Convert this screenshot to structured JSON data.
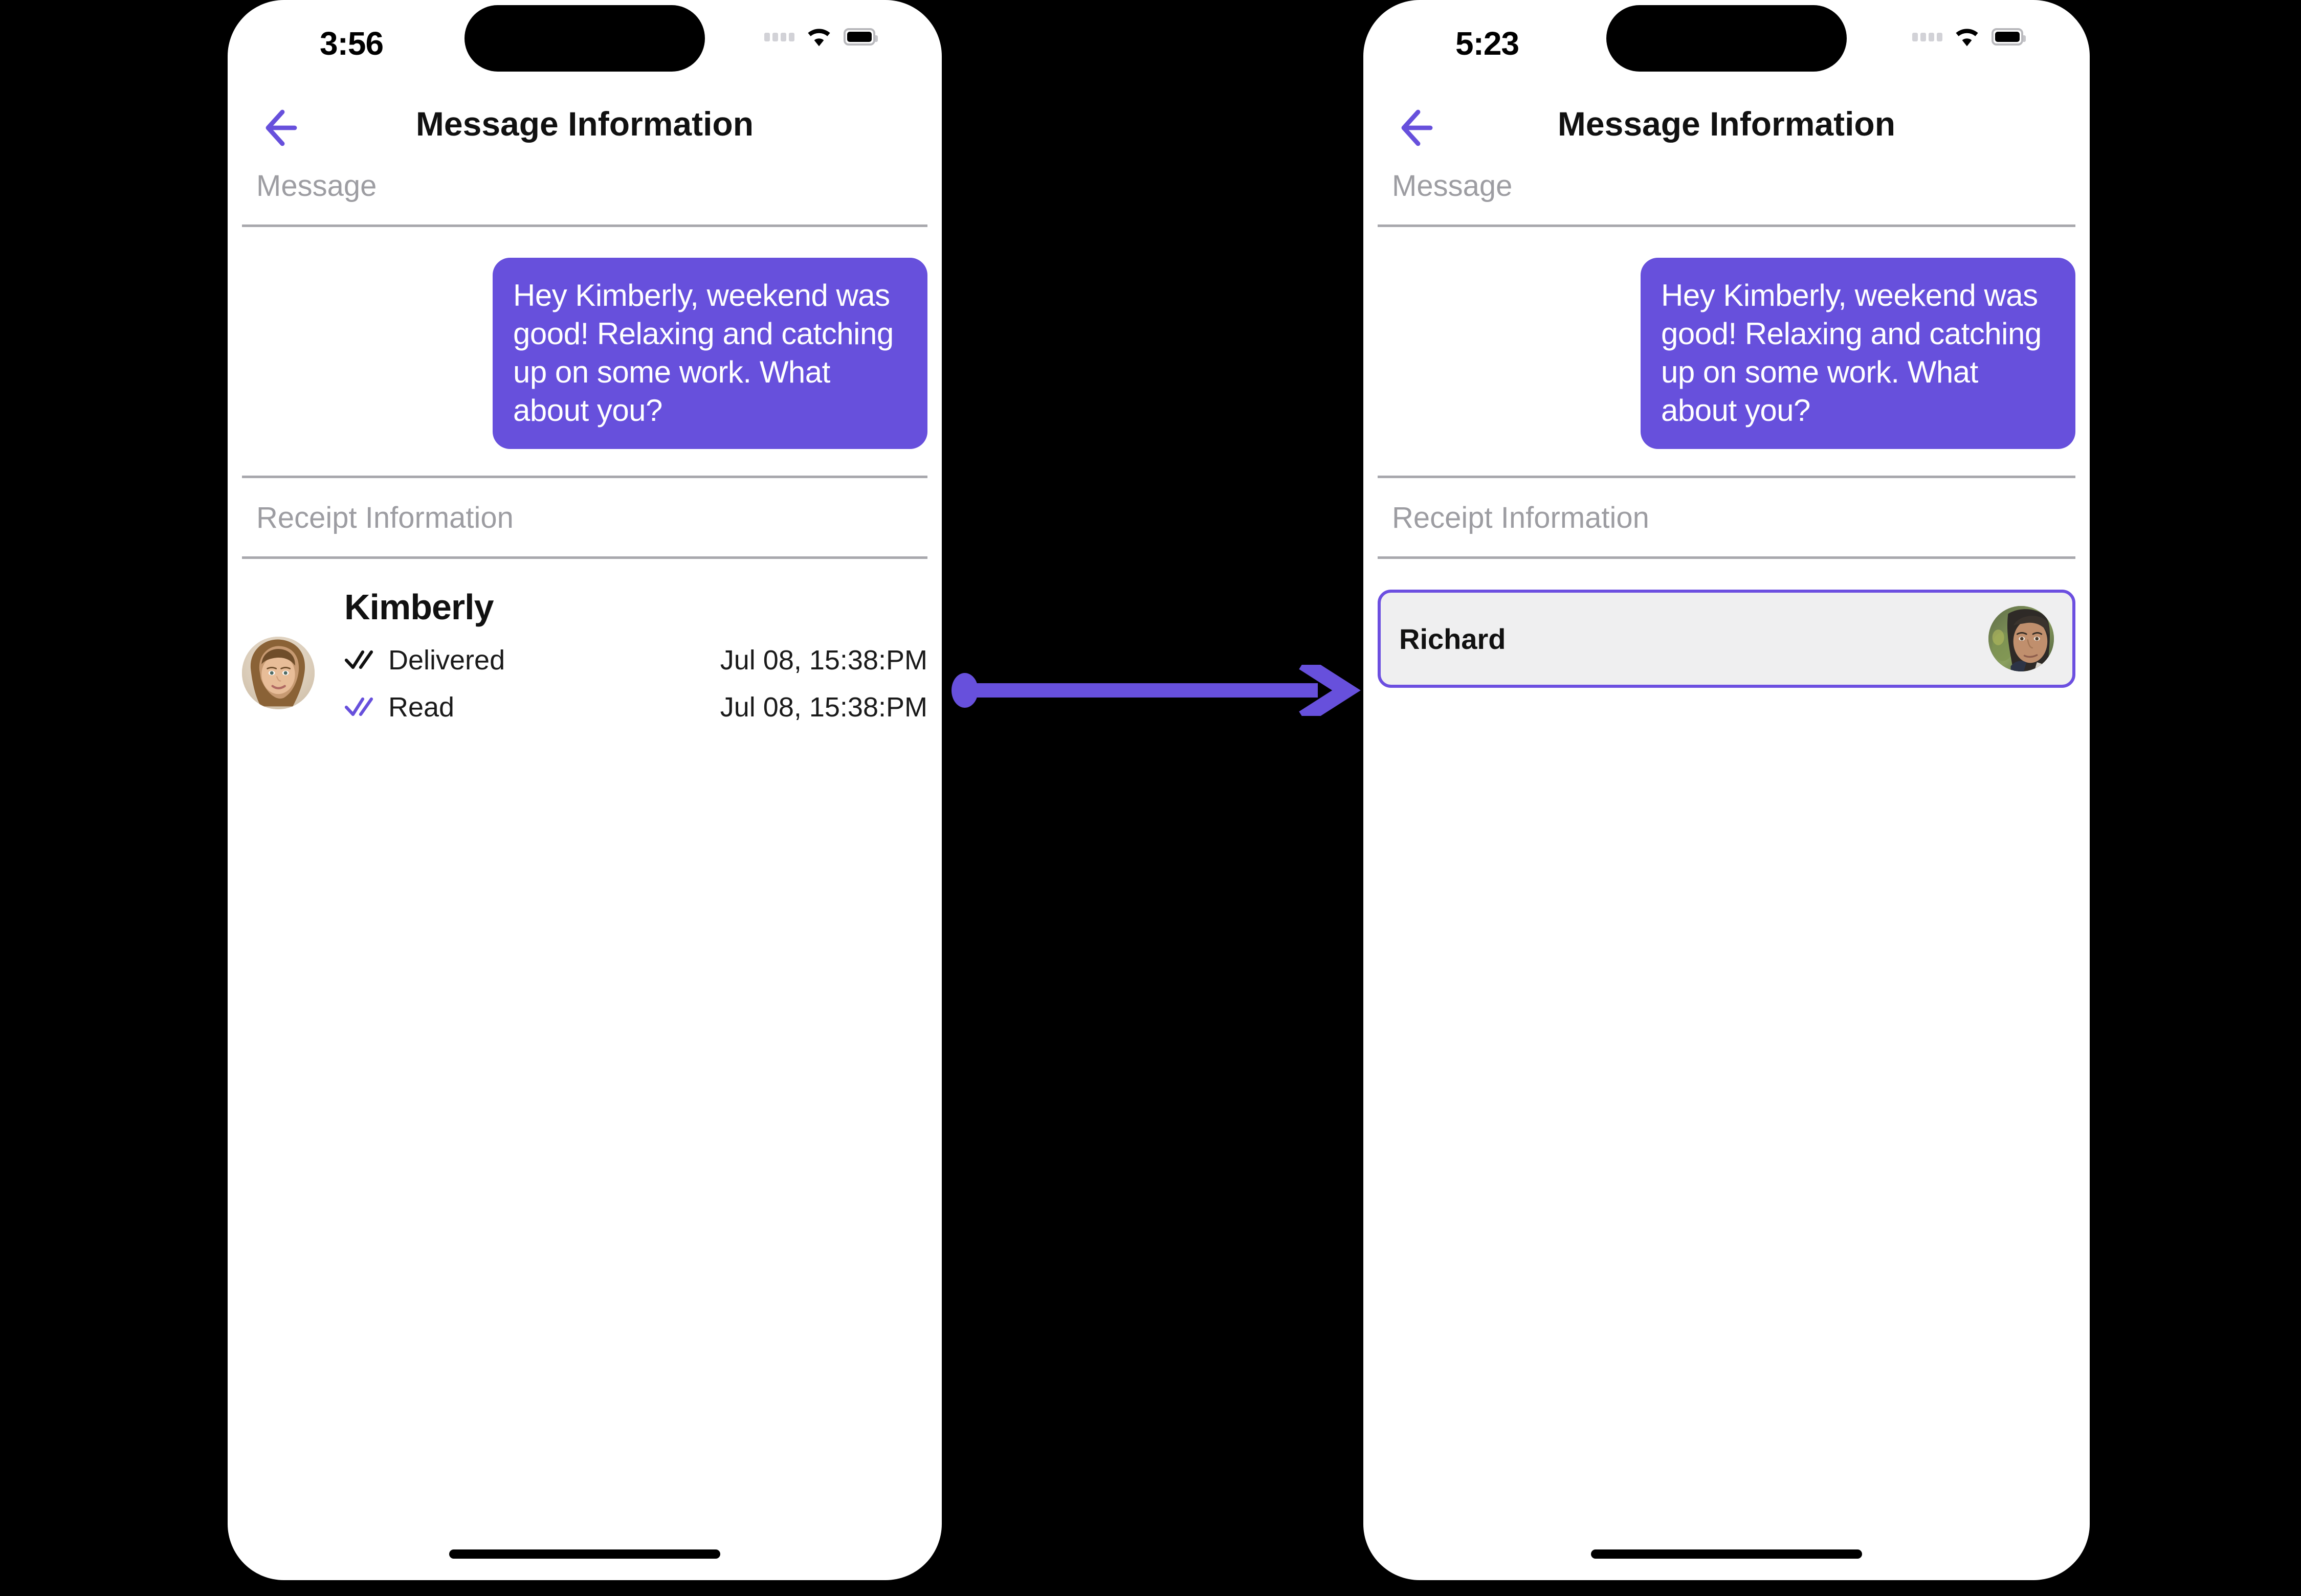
{
  "accent_color": "#6750DC",
  "card_border_color": "#6C4FE0",
  "card_bg_color": "#EFEFF0",
  "arrow_color": "#6750DC",
  "screens": [
    {
      "id": "left",
      "status_bar": {
        "time": "3:56",
        "signal_icon": "signal-dots-icon",
        "wifi_icon": "wifi-icon",
        "battery_icon": "battery-icon"
      },
      "nav": {
        "back_icon": "back-arrow-icon",
        "title": "Message Information"
      },
      "message_section": {
        "label": "Message",
        "bubble_text": "Hey Kimberly, weekend was good!  Relaxing and catching up on some work. What about you?"
      },
      "receipt_section": {
        "label": "Receipt Information",
        "person_name": "Kimberly",
        "avatar_icon": "avatar-kimberly",
        "rows": [
          {
            "check_icon": "double-check-icon",
            "check_color": "#111111",
            "status": "Delivered",
            "time": "Jul 08, 15:38:PM"
          },
          {
            "check_icon": "double-check-icon",
            "check_color": "#6750DC",
            "status": "Read",
            "time": "Jul 08, 15:38:PM"
          }
        ]
      }
    },
    {
      "id": "right",
      "status_bar": {
        "time": "5:23",
        "signal_icon": "signal-dots-icon",
        "wifi_icon": "wifi-icon",
        "battery_icon": "battery-icon"
      },
      "nav": {
        "back_icon": "back-arrow-icon",
        "title": "Message Information"
      },
      "message_section": {
        "label": "Message",
        "bubble_text": "Hey Kimberly, weekend was good!  Relaxing and catching up on some work. What about you?"
      },
      "receipt_section": {
        "label": "Receipt Information",
        "person_name": "Richard",
        "avatar_icon": "avatar-richard"
      }
    }
  ],
  "connector": {
    "icon": "arrow-right-icon"
  }
}
